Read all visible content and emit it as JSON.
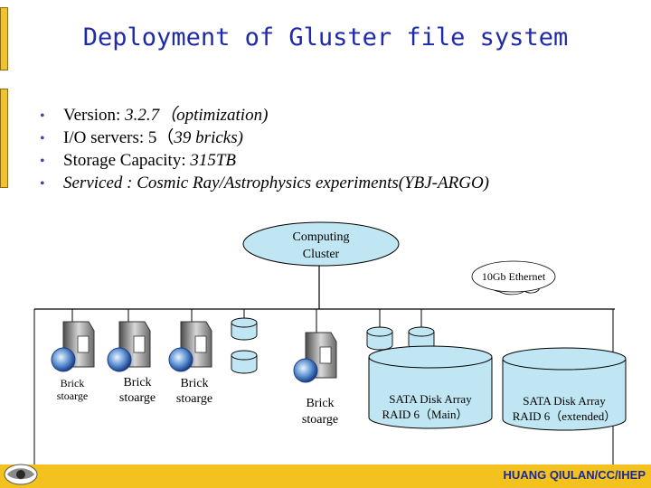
{
  "title": "Deployment of Gluster file system",
  "bullets": [
    {
      "key": "Version: ",
      "value": "3.2.7（optimization)"
    },
    {
      "key": "I/O servers: 5（",
      "value": "39 bricks)"
    },
    {
      "key": "Storage Capacity: ",
      "value": "315TB"
    },
    {
      "key": "",
      "value": "Serviced : Cosmic Ray/Astrophysics experiments(YBJ-ARGO)"
    }
  ],
  "diagram": {
    "computing_cluster": [
      "Computing",
      "Cluster"
    ],
    "network_label": "10Gb Ethernet",
    "bricks": [
      {
        "line1": "Brick",
        "line2": "stoarge"
      },
      {
        "line1": "Brick",
        "line2": "stoarge"
      },
      {
        "line1": "Brick",
        "line2": "stoarge"
      },
      {
        "line1": "Brick",
        "line2": "stoarge"
      }
    ],
    "arrays": [
      {
        "line1": "SATA Disk Array",
        "line2": "RAID 6（Main）"
      },
      {
        "line1": "SATA Disk Array",
        "line2": "RAID 6（extended）"
      }
    ]
  },
  "footer": "HUANG QIULAN/CC/IHEP",
  "colors": {
    "title": "#1e2aa6",
    "accent": "#f4c21f",
    "disk": "#bfe6f2",
    "cloud": "#bfe6f2"
  }
}
